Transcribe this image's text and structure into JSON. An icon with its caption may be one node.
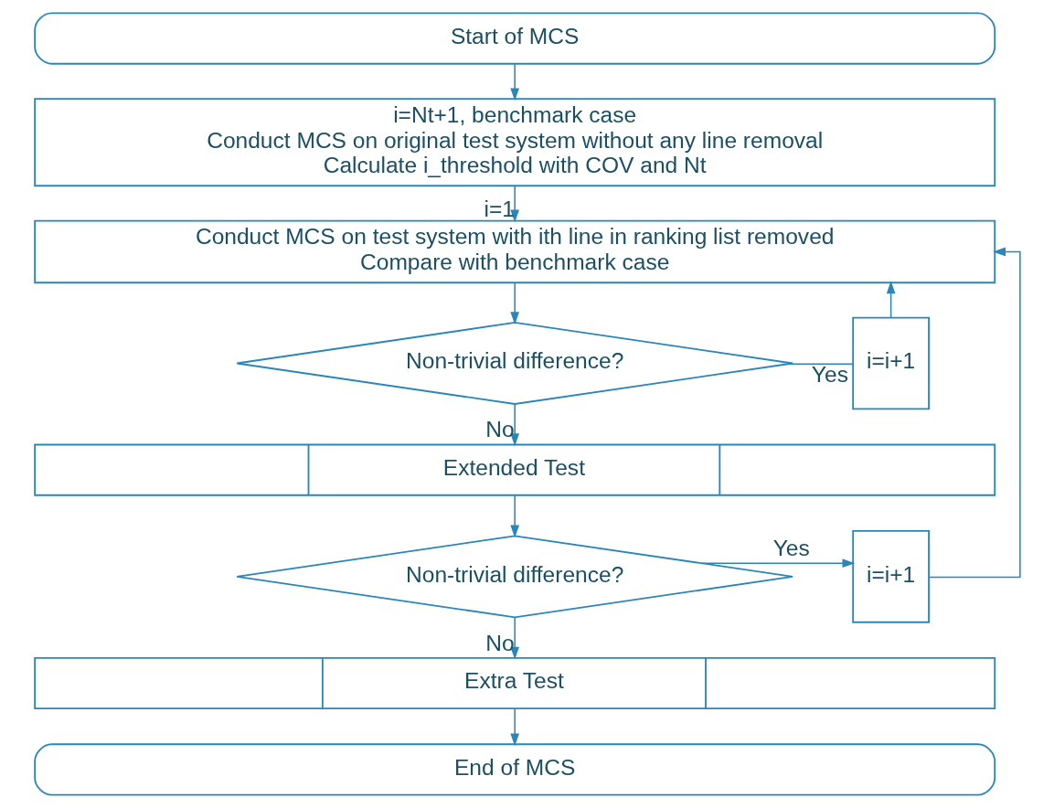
{
  "diagram": {
    "nodes": [
      {
        "text": [
          "Start of MCS"
        ]
      },
      {
        "text": [
          "i=Nt+1, benchmark case",
          "Conduct MCS on original test system without any line removal",
          "Calculate i_threshold with COV and Nt"
        ]
      },
      {
        "text": [
          "Conduct MCS on test system with ith line in ranking list removed",
          "Compare with benchmark case"
        ]
      },
      {
        "text": [
          "Non-trivial difference?"
        ]
      },
      {
        "text": [
          "i=i+1"
        ]
      },
      {
        "text": [
          "Extended Test"
        ]
      },
      {
        "text": [
          "Non-trivial difference?"
        ]
      },
      {
        "text": [
          "i=i+1"
        ]
      },
      {
        "text": [
          "Extra Test"
        ]
      },
      {
        "text": [
          "End of MCS"
        ]
      }
    ],
    "edges": [
      {
        "from": 0,
        "to": 1,
        "arrow": "to"
      },
      {
        "from": 1,
        "to": 2,
        "arrow": "to",
        "label": "i=1"
      },
      {
        "from": 2,
        "to": 3,
        "arrow": "to"
      },
      {
        "from": 3,
        "to": 4,
        "arrow": "none",
        "label": "Yes"
      },
      {
        "from": 4,
        "to": 2,
        "arrow": "to"
      },
      {
        "from": 3,
        "to": 5,
        "arrow": "to",
        "label": "No"
      },
      {
        "from": 5,
        "to": 6,
        "arrow": "to"
      },
      {
        "from": 6,
        "to": 7,
        "arrow": "to",
        "label": "Yes"
      },
      {
        "from": 7,
        "to": 2,
        "arrow": "to"
      },
      {
        "from": 6,
        "to": 8,
        "arrow": "to",
        "label": "No"
      },
      {
        "from": 8,
        "to": 9,
        "arrow": "to"
      }
    ]
  }
}
